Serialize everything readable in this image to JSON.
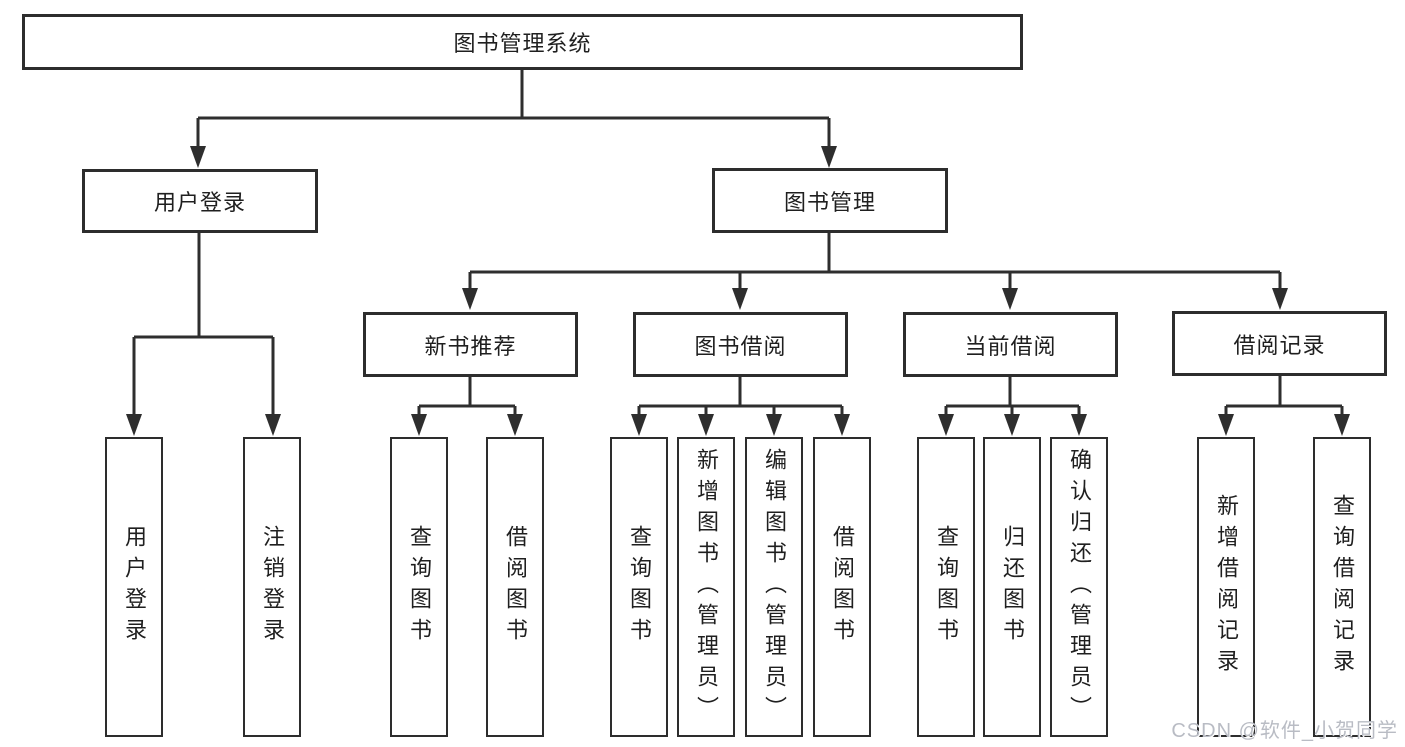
{
  "watermark": "CSDN @软件_小贺同学",
  "colors": {
    "line": "#2e2e2e",
    "box_border": "#2d2d2d",
    "box_fill": "#ffffff",
    "text": "#1f1f1f",
    "watermark": "#b9bcc4"
  },
  "tree": {
    "label": "图书管理系统",
    "children": [
      {
        "label": "用户登录",
        "children": [
          {
            "label": "用户登录"
          },
          {
            "label": "注销登录"
          }
        ]
      },
      {
        "label": "图书管理",
        "children": [
          {
            "label": "新书推荐",
            "children": [
              {
                "label": "查询图书"
              },
              {
                "label": "借阅图书"
              }
            ]
          },
          {
            "label": "图书借阅",
            "children": [
              {
                "label": "查询图书"
              },
              {
                "label": "新增图书（管理员）"
              },
              {
                "label": "编辑图书（管理员）"
              },
              {
                "label": "借阅图书"
              }
            ]
          },
          {
            "label": "当前借阅",
            "children": [
              {
                "label": "查询图书"
              },
              {
                "label": "归还图书"
              },
              {
                "label": "确认归还（管理员）"
              }
            ]
          },
          {
            "label": "借阅记录",
            "children": [
              {
                "label": "新增借阅记录"
              },
              {
                "label": "查询借阅记录"
              }
            ]
          }
        ]
      }
    ]
  }
}
